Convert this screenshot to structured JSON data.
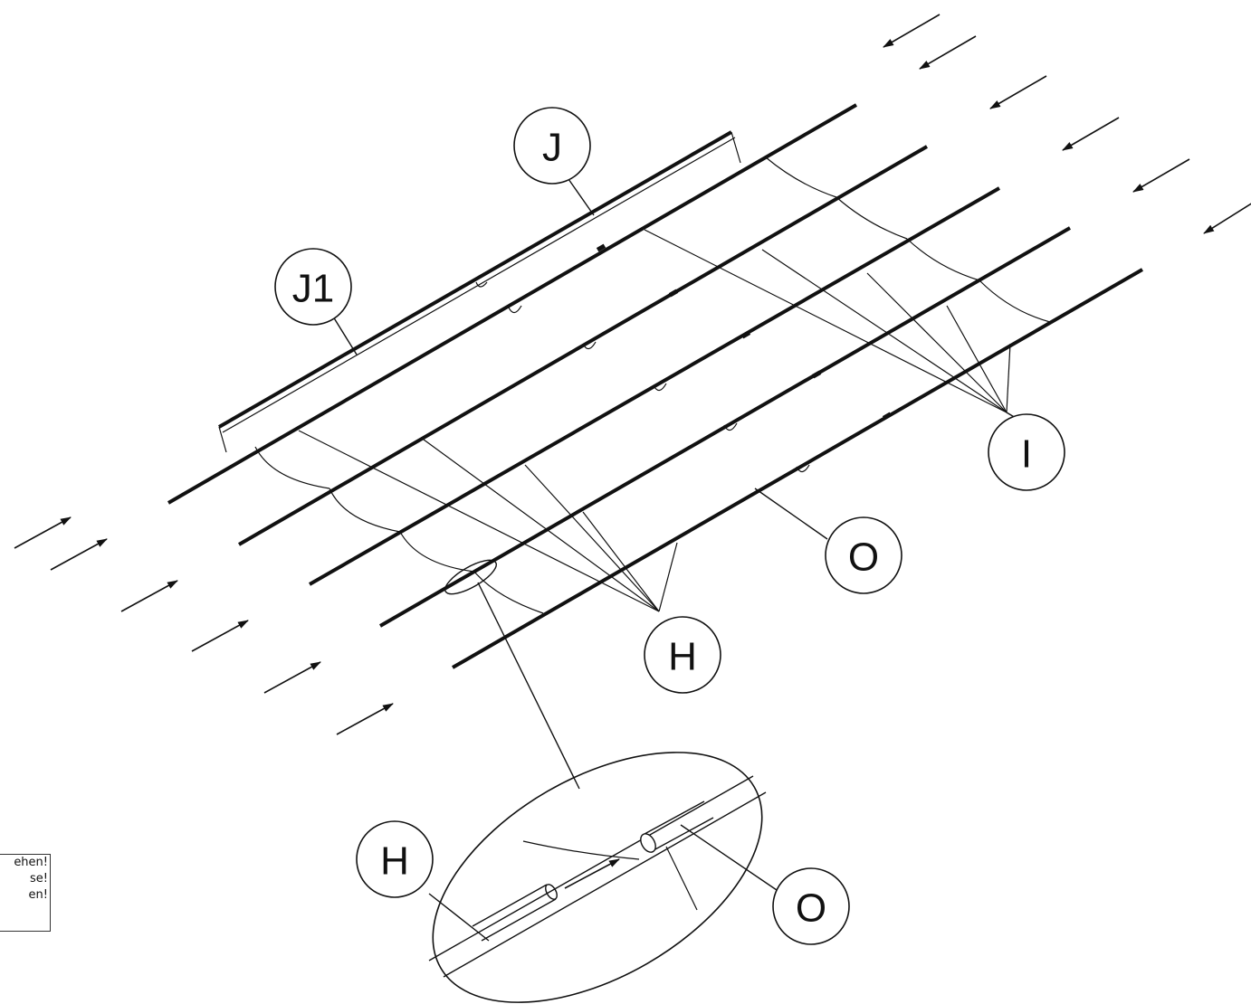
{
  "labels": {
    "J": "J",
    "J1": "J1",
    "I": "I",
    "O_top": "O",
    "H_top": "H",
    "H_detail": "H",
    "O_detail": "O"
  },
  "note": {
    "lines": [
      "ehen!",
      "se!",
      "en!"
    ]
  }
}
